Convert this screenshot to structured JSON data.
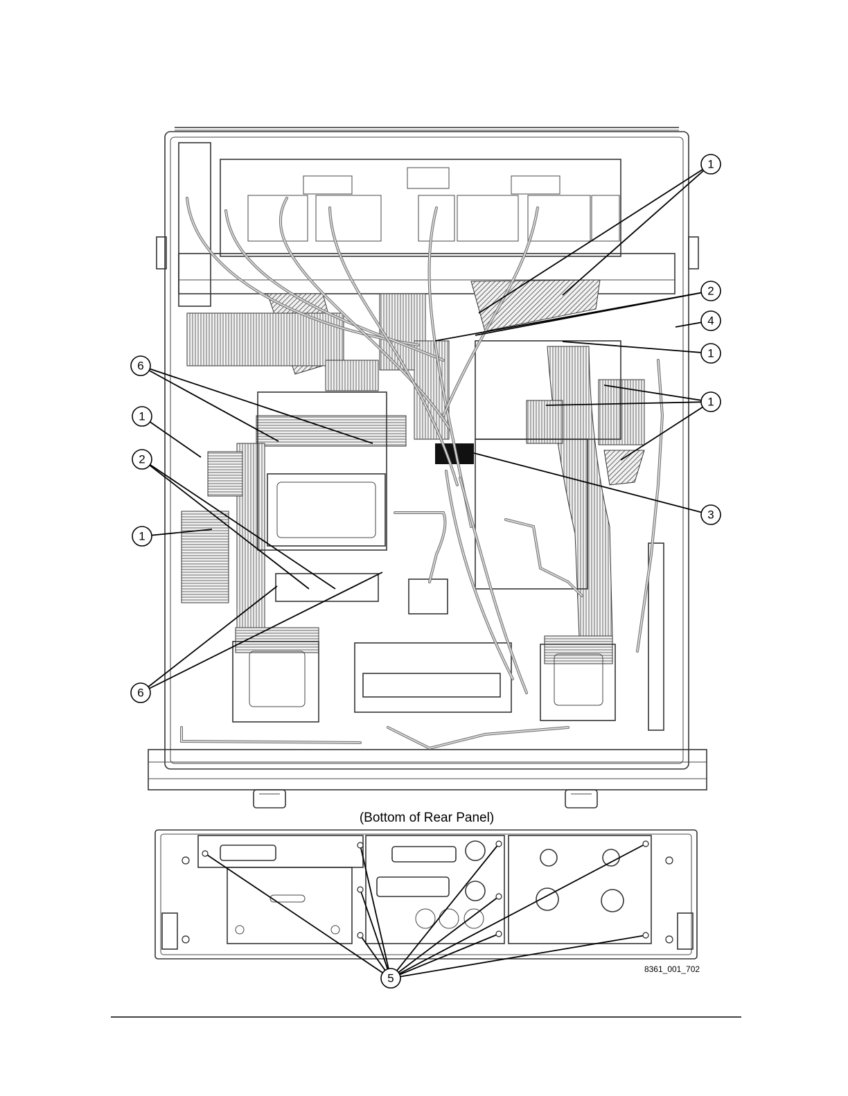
{
  "figure": {
    "caption": "(Bottom of Rear Panel)",
    "figure_id": "8361_001_702"
  },
  "callouts": [
    {
      "label": "1"
    },
    {
      "label": "2"
    },
    {
      "label": "4"
    },
    {
      "label": "1"
    },
    {
      "label": "6"
    },
    {
      "label": "1"
    },
    {
      "label": "1"
    },
    {
      "label": "2"
    },
    {
      "label": "3"
    },
    {
      "label": "1"
    },
    {
      "label": "6"
    },
    {
      "label": "5"
    }
  ]
}
